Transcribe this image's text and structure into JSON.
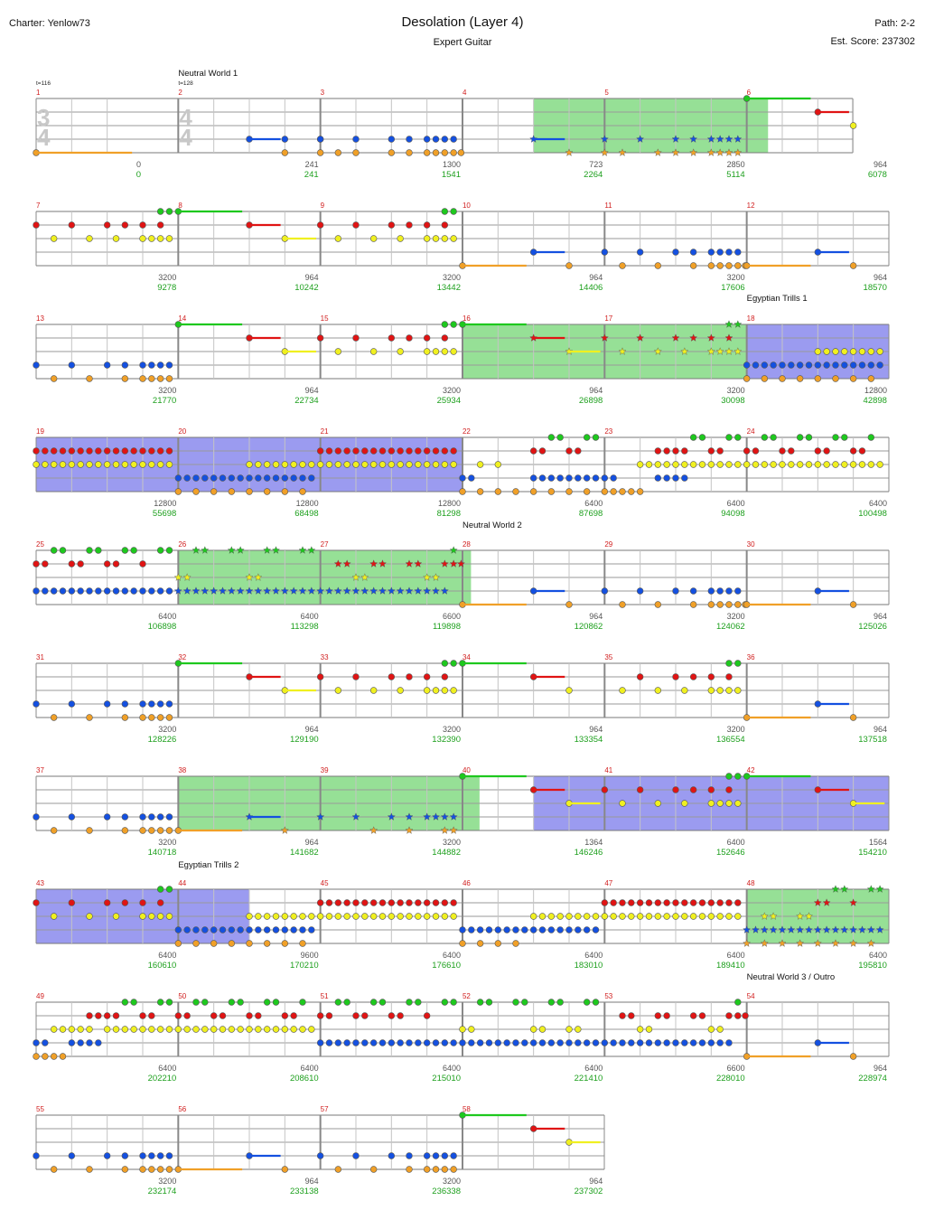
{
  "header": {
    "charter": "Charter: Yenlow73",
    "title": "Desolation (Layer 4)",
    "instrument": "Expert Guitar",
    "path": "Path: 2-2",
    "est_score": "Est. Score: 237302"
  },
  "colors": {
    "green": "#1ec81e",
    "red": "#e01414",
    "yellow": "#f0f020",
    "blue": "#1450e0",
    "orange": "#f0a028",
    "star_power": "#96e096",
    "activation": "#9b9bf0",
    "measure_number": "#d12020",
    "running_score": "#1ea01e"
  },
  "time_signatures": [
    {
      "measure": 1,
      "num": "3",
      "den": "4"
    },
    {
      "measure": 2,
      "num": "4",
      "den": "4"
    }
  ],
  "tempos": [
    {
      "measure": 1,
      "label": "t=116"
    },
    {
      "measure": 2,
      "label": "t=128"
    }
  ],
  "sections": [
    {
      "measure": 2,
      "label": "Neutral World 1"
    },
    {
      "measure": 12,
      "label": "Egyptian Trills 1"
    },
    {
      "measure": 28,
      "label": "Neutral World 2"
    },
    {
      "measure": 44,
      "label": "Egyptian Trills 2"
    },
    {
      "measure": 48,
      "label": "Neutral World 3 / Outro"
    }
  ],
  "measure_scores": [
    {
      "measure": 1,
      "points": "0",
      "total": "0"
    },
    {
      "measure": 2,
      "points": "241",
      "total": "241"
    },
    {
      "measure": 3,
      "points": "1300",
      "total": "1541"
    },
    {
      "measure": 4,
      "points": "723",
      "total": "2264"
    },
    {
      "measure": 5,
      "points": "2850",
      "total": "5114"
    },
    {
      "measure": 6,
      "points": "964",
      "total": "6078"
    },
    {
      "measure": 7,
      "points": "3200",
      "total": "9278"
    },
    {
      "measure": 8,
      "points": "964",
      "total": "10242"
    },
    {
      "measure": 9,
      "points": "3200",
      "total": "13442"
    },
    {
      "measure": 10,
      "points": "964",
      "total": "14406"
    },
    {
      "measure": 11,
      "points": "3200",
      "total": "17606"
    },
    {
      "measure": 12,
      "points": "964",
      "total": "18570"
    },
    {
      "measure": 13,
      "points": "3200",
      "total": "21770"
    },
    {
      "measure": 14,
      "points": "964",
      "total": "22734"
    },
    {
      "measure": 15,
      "points": "3200",
      "total": "25934"
    },
    {
      "measure": 16,
      "points": "964",
      "total": "26898"
    },
    {
      "measure": 17,
      "points": "3200",
      "total": "30098"
    },
    {
      "measure": 18,
      "points": "12800",
      "total": "42898"
    },
    {
      "measure": 19,
      "points": "12800",
      "total": "55698"
    },
    {
      "measure": 20,
      "points": "12800",
      "total": "68498"
    },
    {
      "measure": 21,
      "points": "12800",
      "total": "81298"
    },
    {
      "measure": 22,
      "points": "6400",
      "total": "87698"
    },
    {
      "measure": 23,
      "points": "6400",
      "total": "94098"
    },
    {
      "measure": 24,
      "points": "6400",
      "total": "100498"
    },
    {
      "measure": 25,
      "points": "6400",
      "total": "106898"
    },
    {
      "measure": 26,
      "points": "6400",
      "total": "113298"
    },
    {
      "measure": 27,
      "points": "6600",
      "total": "119898"
    },
    {
      "measure": 28,
      "points": "964",
      "total": "120862"
    },
    {
      "measure": 29,
      "points": "3200",
      "total": "124062"
    },
    {
      "measure": 30,
      "points": "964",
      "total": "125026"
    },
    {
      "measure": 31,
      "points": "3200",
      "total": "128226"
    },
    {
      "measure": 32,
      "points": "964",
      "total": "129190"
    },
    {
      "measure": 33,
      "points": "3200",
      "total": "132390"
    },
    {
      "measure": 34,
      "points": "964",
      "total": "133354"
    },
    {
      "measure": 35,
      "points": "3200",
      "total": "136554"
    },
    {
      "measure": 36,
      "points": "964",
      "total": "137518"
    },
    {
      "measure": 37,
      "points": "3200",
      "total": "140718"
    },
    {
      "measure": 38,
      "points": "964",
      "total": "141682"
    },
    {
      "measure": 39,
      "points": "3200",
      "total": "144882"
    },
    {
      "measure": 40,
      "points": "1364",
      "total": "146246"
    },
    {
      "measure": 41,
      "points": "6400",
      "total": "152646"
    },
    {
      "measure": 42,
      "points": "1564",
      "total": "154210"
    },
    {
      "measure": 43,
      "points": "6400",
      "total": "160610"
    },
    {
      "measure": 44,
      "points": "9600",
      "total": "170210"
    },
    {
      "measure": 45,
      "points": "6400",
      "total": "176610"
    },
    {
      "measure": 46,
      "points": "6400",
      "total": "183010"
    },
    {
      "measure": 47,
      "points": "6400",
      "total": "189410"
    },
    {
      "measure": 48,
      "points": "6400",
      "total": "195810"
    },
    {
      "measure": 49,
      "points": "6400",
      "total": "202210"
    },
    {
      "measure": 50,
      "points": "6400",
      "total": "208610"
    },
    {
      "measure": 51,
      "points": "6400",
      "total": "215010"
    },
    {
      "measure": 52,
      "points": "6400",
      "total": "221410"
    },
    {
      "measure": 53,
      "points": "6600",
      "total": "228010"
    },
    {
      "measure": 54,
      "points": "964",
      "total": "228974"
    },
    {
      "measure": 55,
      "points": "3200",
      "total": "232174"
    },
    {
      "measure": 56,
      "points": "964",
      "total": "233138"
    },
    {
      "measure": 57,
      "points": "3200",
      "total": "236338"
    },
    {
      "measure": 58,
      "points": "964",
      "total": "237302"
    }
  ],
  "star_power_ranges": [
    {
      "start": 4.5,
      "end": 6.15
    },
    {
      "start": 16.0,
      "end": 18.0
    },
    {
      "start": 26.0,
      "end": 28.06
    },
    {
      "start": 38.0,
      "end": 40.12
    },
    {
      "start": 48.0,
      "end": 49.0
    }
  ],
  "activation_ranges": [
    {
      "start": 18.0,
      "end": 22.0
    },
    {
      "start": 40.5,
      "end": 44.5
    }
  ]
}
